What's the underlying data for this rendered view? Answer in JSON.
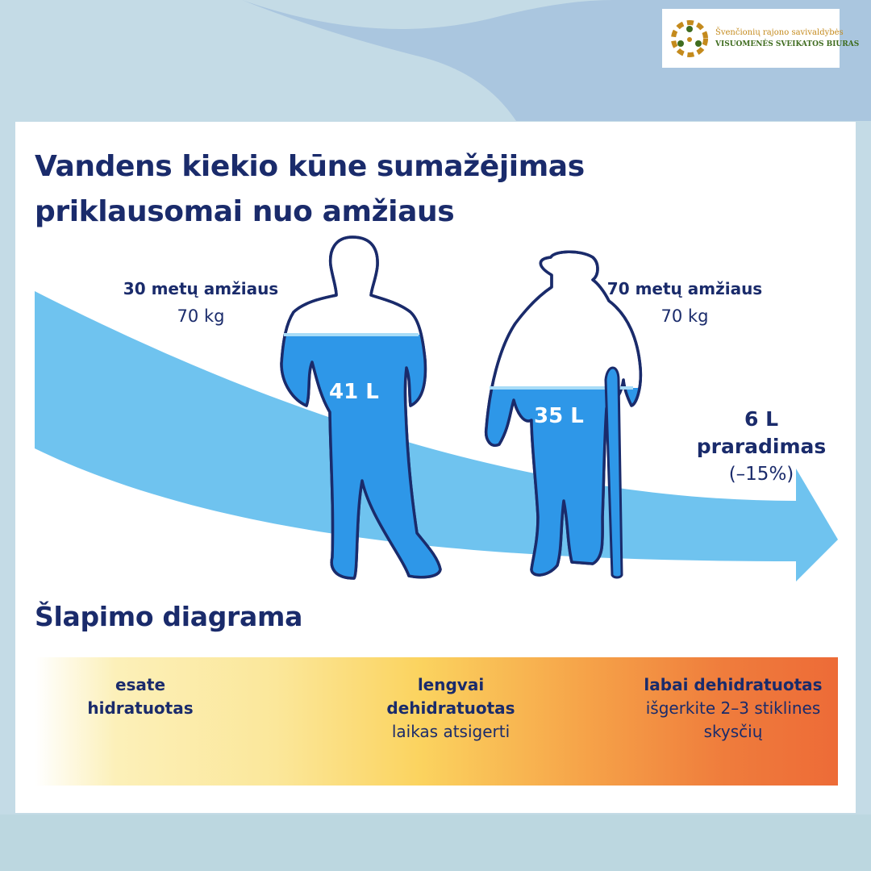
{
  "logo": {
    "line1": "Švenčionių rajono savivaldybės",
    "line2": "VISUOMENĖS SVEIKATOS BIURAS",
    "icon": "municipality-emblem-icon",
    "colors": {
      "gold": "#c48a1c",
      "green": "#3f6c1f"
    }
  },
  "title": {
    "line1": "Vandens kiekio kūne sumažėjimas",
    "line2": "priklausomai nuo amžiaus"
  },
  "young": {
    "age": "30 metų amžiaus",
    "weight": "70 kg",
    "water": "41 L",
    "icon": "young-person-icon"
  },
  "old": {
    "age": "70 metų amžiaus",
    "weight": "70 kg",
    "water": "35 L",
    "icon": "elderly-person-with-cane-icon"
  },
  "loss": {
    "amount": "6 L",
    "label": "praradimas",
    "percent": "(–15%)"
  },
  "chart_title": "Šlapimo diagrama",
  "urine_scale": [
    {
      "head": "esate hidratuotas",
      "note": ""
    },
    {
      "head": "lengvai dehidratuotas",
      "note": "laikas atsigerti"
    },
    {
      "head": "labai dehidratuotas",
      "note": "išgerkite 2–3 stiklines skysčių"
    }
  ],
  "colors": {
    "navy": "#1a2b6b",
    "water_blue": "#2e97e8",
    "arrow_blue": "#6fc3ef",
    "gradient_start": "#fbe79a",
    "gradient_end": "#ed6b37"
  }
}
